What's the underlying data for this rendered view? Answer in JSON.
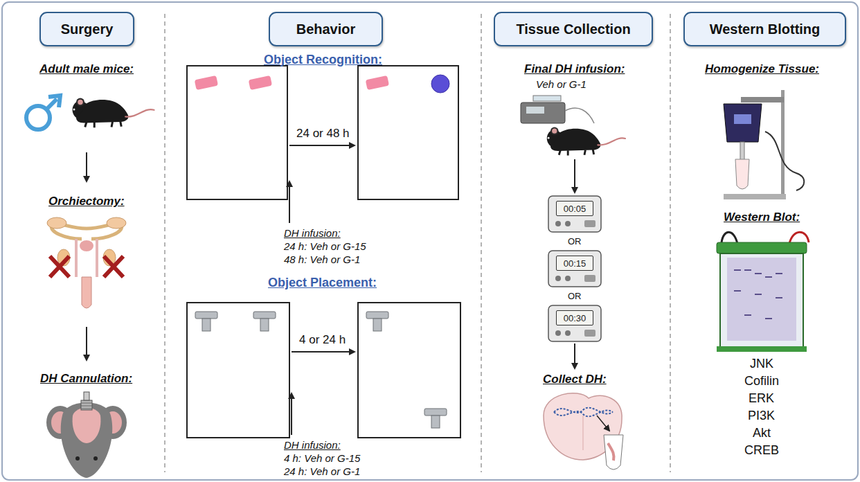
{
  "diagram": {
    "nodes": [
      {
        "text": [
          "Surgery"
        ]
      },
      {
        "text": [
          "Behavior"
        ]
      },
      {
        "text": [
          "Tissue Collection"
        ]
      },
      {
        "text": [
          "Western Blotting"
        ]
      },
      {
        "text": [
          "00:05"
        ]
      },
      {
        "text": [
          "00:15"
        ]
      },
      {
        "text": [
          "00:30"
        ]
      }
    ],
    "labels": [
      "Adult male mice:",
      "Orchiectomy:",
      "DH Cannulation:",
      "Object Recognition:",
      "24 or 48 h",
      "DH infusion:",
      "24 h: Veh or G-15",
      "48 h: Veh or G-1",
      "Object Placement:",
      "4 or 24 h",
      "DH infusion:",
      "4 h: Veh or G-15",
      "24 h: Veh or G-1",
      "Final DH infusion:",
      "Veh or G-1",
      "OR",
      "OR",
      "Collect DH:",
      "Homogenize Tissue:",
      "Western Blot:",
      "JNK",
      "Cofilin",
      "ERK",
      "PI3K",
      "Akt",
      "CREB"
    ]
  }
}
